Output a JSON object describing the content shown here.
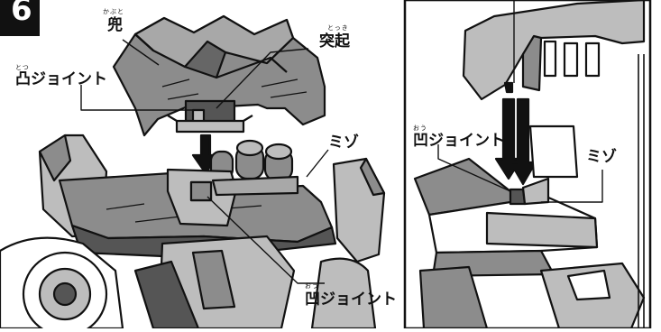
{
  "step_number": "6",
  "labels": {
    "kabuto": {
      "text": "兜",
      "ruby": "かぶと"
    },
    "tokki": {
      "text": "突起",
      "ruby": "とっき"
    },
    "totsu_joint": {
      "text": "凸ジョイント",
      "ruby": "とつ"
    },
    "mizo_left": {
      "text": "ミゾ"
    },
    "ou_joint_bottom": {
      "text": "凹ジョイント",
      "ruby": "おう"
    },
    "ou_joint_right": {
      "text": "凹ジョイント",
      "ruby": "おう"
    },
    "mizo_right": {
      "text": "ミゾ"
    }
  },
  "colors": {
    "part_gray": "#8c8c8c",
    "part_light": "#bdbdbd",
    "part_dark": "#555555",
    "ink": "#111111"
  }
}
